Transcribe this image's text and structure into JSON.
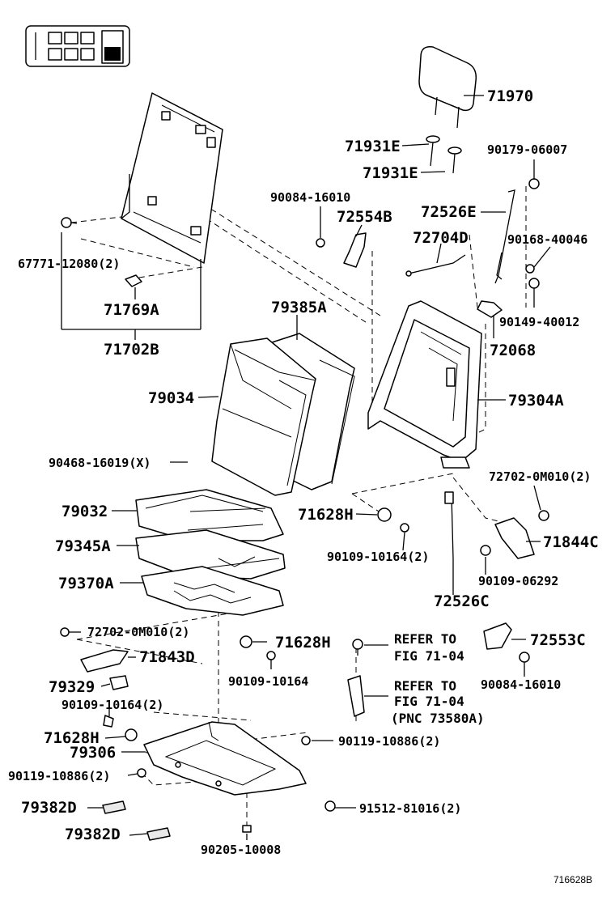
{
  "locator": {
    "icon": "seat-locator-icon"
  },
  "labels": {
    "p71970": "71970",
    "p71931E_1": "71931E",
    "p71931E_2": "71931E",
    "p90179": "90179-06007",
    "p90084_top": "90084-16010",
    "p72554B": "72554B",
    "p72526E": "72526E",
    "p72704D": "72704D",
    "p90168": "90168-40046",
    "p90149": "90149-40012",
    "p72068": "72068",
    "p67771": "67771-12080(2)",
    "p71769A": "71769A",
    "p71702B": "71702B",
    "p79385A": "79385A",
    "p79034": "79034",
    "p79304A": "79304A",
    "p90468": "90468-16019(X)",
    "p72702_right": "72702-0M010(2)",
    "p79032": "79032",
    "p71628H_mid": "71628H",
    "p71844C": "71844C",
    "p79345A": "79345A",
    "p90109_mid": "90109-10164(2)",
    "p90109_06292": "90109-06292",
    "p79370A": "79370A",
    "p72526C": "72526C",
    "p72702_left": "72702-0M010(2)",
    "p71628H_low": "71628H",
    "p71843D": "71843D",
    "p90109_low": "90109-10164",
    "p72553C": "72553C",
    "p90084_low": "90084-16010",
    "p79329": "79329",
    "refer1_line1": "REFER TO",
    "refer1_line2": "FIG 71-04",
    "refer2_line1": "REFER TO",
    "refer2_line2": "FIG 71-04",
    "refer2_line3": "(PNC 73580A)",
    "p90109_left": "90109-10164(2)",
    "p71628H_left": "71628H",
    "p79306": "79306",
    "p90119_right": "90119-10886(2)",
    "p90119_left": "90119-10886(2)",
    "p79382D_1": "79382D",
    "p79382D_2": "79382D",
    "p91512": "91512-81016(2)",
    "p90205": "90205-10008",
    "figure_id": "716628B"
  }
}
